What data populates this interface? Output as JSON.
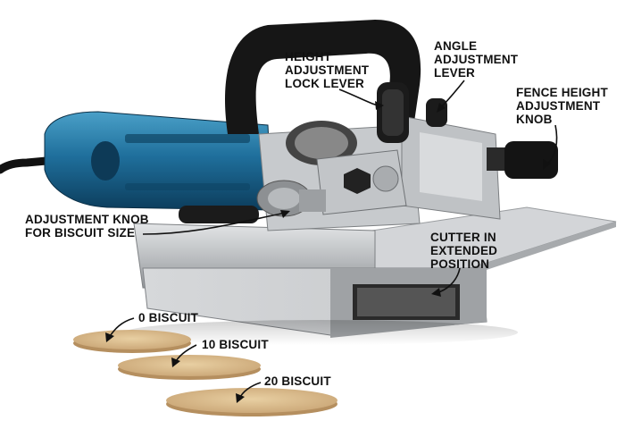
{
  "labels": {
    "height_lock": [
      "HEIGHT",
      "ADJUSTMENT",
      "LOCK LEVER"
    ],
    "angle": [
      "ANGLE",
      "ADJUSTMENT",
      "LEVER"
    ],
    "fence_height": [
      "FENCE HEIGHT",
      "ADJUSTMENT",
      "KNOB"
    ],
    "biscuit_size": [
      "ADJUSTMENT KNOB",
      "FOR BISCUIT SIZE"
    ],
    "cutter": [
      "CUTTER IN",
      "EXTENDED",
      "POSITION"
    ],
    "biscuit_0": "0 BISCUIT",
    "biscuit_10": "10 BISCUIT",
    "biscuit_20": "20 BISCUIT"
  },
  "colors": {
    "motor_blue": "#1f6f9c",
    "handle_black": "#161616",
    "aluminum": "#b9bcbf",
    "biscuit": "#d9b98a"
  }
}
